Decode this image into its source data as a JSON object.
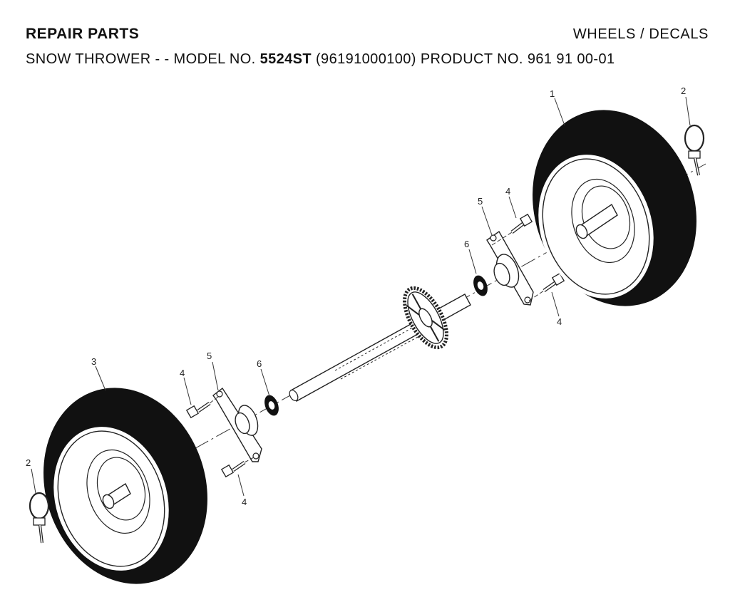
{
  "header": {
    "left_title": "REPAIR PARTS",
    "right_title": "WHEELS / DECALS",
    "subtitle_prefix": "SNOW THROWER - - MODEL NO. ",
    "model_no": "5524ST",
    "subtitle_suffix": " (96191000100) PRODUCT NO. 961 91 00-01"
  },
  "callouts": {
    "c1": "1",
    "c2a": "2",
    "c2b": "2",
    "c3": "3",
    "c4a": "4",
    "c4b": "4",
    "c4c": "4",
    "c4d": "4",
    "c5a": "5",
    "c5b": "5",
    "c6a": "6",
    "c6b": "6"
  }
}
